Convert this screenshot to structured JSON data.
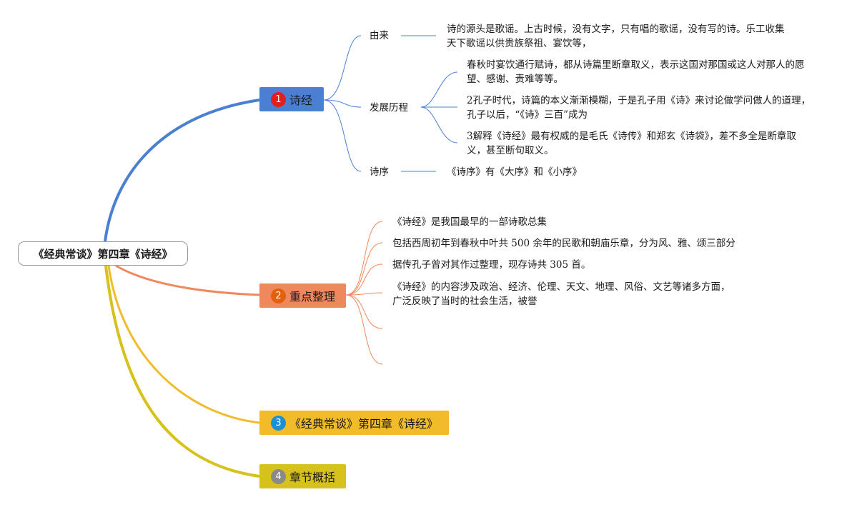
{
  "root": "《经典常谈》第四章《诗经》",
  "branches": [
    {
      "num": "1",
      "label": "诗经",
      "color": "#4a7fd1",
      "badge_color": "#e02020",
      "children": [
        {
          "label": "由来",
          "details": [
            "诗的源头是歌谣。上古时候，没有文字，只有唱的歌谣，没有写的诗。乐工收集",
            "天下歌谣以供贵族祭祖、宴饮等，"
          ]
        },
        {
          "label": "发展历程",
          "details": [
            [
              "春秋时宴饮通行赋诗，都从诗篇里断章取义，表示这国对那国或这人对那人的愿",
              "望、感谢、责难等等。"
            ],
            [
              "2孔子时代，诗篇的本义渐渐模糊，于是孔子用《诗》来讨论做学问做人的道理，",
              "孔子以后，“《诗》三百”成为"
            ],
            [
              "3解释《诗经》最有权威的是毛氏《诗传》和郑玄《诗袋》，差不多全是断章取",
              "义，甚至断句取义。"
            ]
          ]
        },
        {
          "label": "诗序",
          "details": [
            "《诗序》有《大序》和《小序》"
          ]
        }
      ]
    },
    {
      "num": "2",
      "label": "重点整理",
      "color": "#f0885e",
      "badge_color": "#e2600e",
      "children": [
        "《诗经》是我国最早的一部诗歌总集",
        "包括西周初年到春秋中叶共 500 余年的民歌和朝庙乐章，分为风、雅、颂三部分",
        "据传孔子曾对其作过整理，现存诗共 305 首。",
        [
          "《诗经》的内容涉及政治、经济、伦理、天文、地理、风俗、文艺等诸多方面，",
          "广泛反映了当时的社会生活，被誉"
        ],
        "",
        ""
      ]
    },
    {
      "num": "3",
      "label": "《经典常谈》第四章《诗经》",
      "color": "#f2bb2a",
      "badge_color": "#1c8fd8"
    },
    {
      "num": "4",
      "label": "章节概括",
      "color": "#d6c21a",
      "badge_color": "#8a8a8a"
    }
  ]
}
